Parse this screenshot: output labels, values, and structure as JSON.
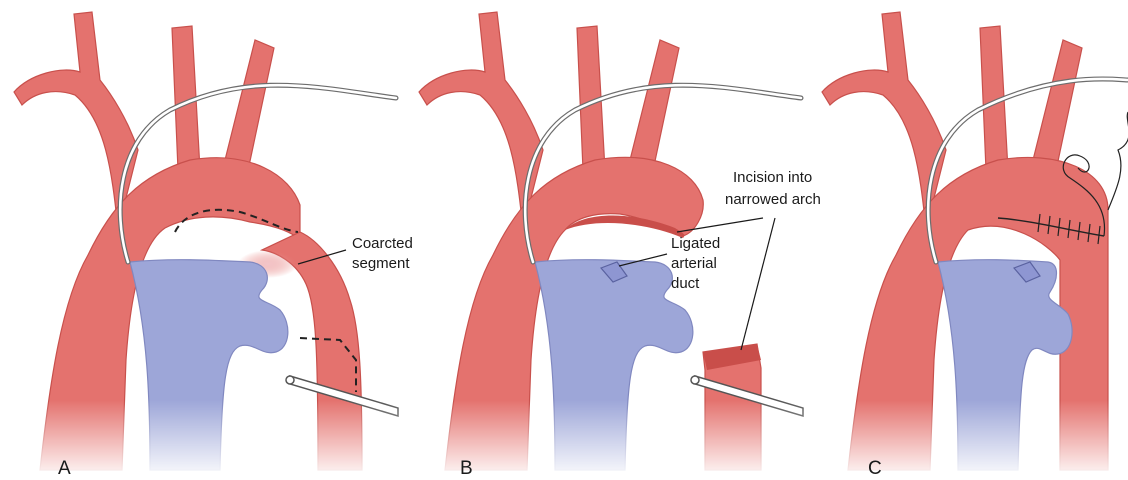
{
  "figure": {
    "panels": [
      {
        "id": "A",
        "label": "A"
      },
      {
        "id": "B",
        "label": "B"
      },
      {
        "id": "C",
        "label": "C"
      }
    ],
    "annotations": {
      "coarcted_line1": "Coarcted",
      "coarcted_line2": "segment",
      "incision_line1": "Incision into",
      "incision_line2": "narrowed arch",
      "ligated_line1": "Ligated",
      "ligated_line2": "arterial",
      "ligated_line3": "duct"
    },
    "colors": {
      "artery": "#e4726e",
      "vein": "#9da6d8",
      "background": "#ffffff"
    }
  }
}
